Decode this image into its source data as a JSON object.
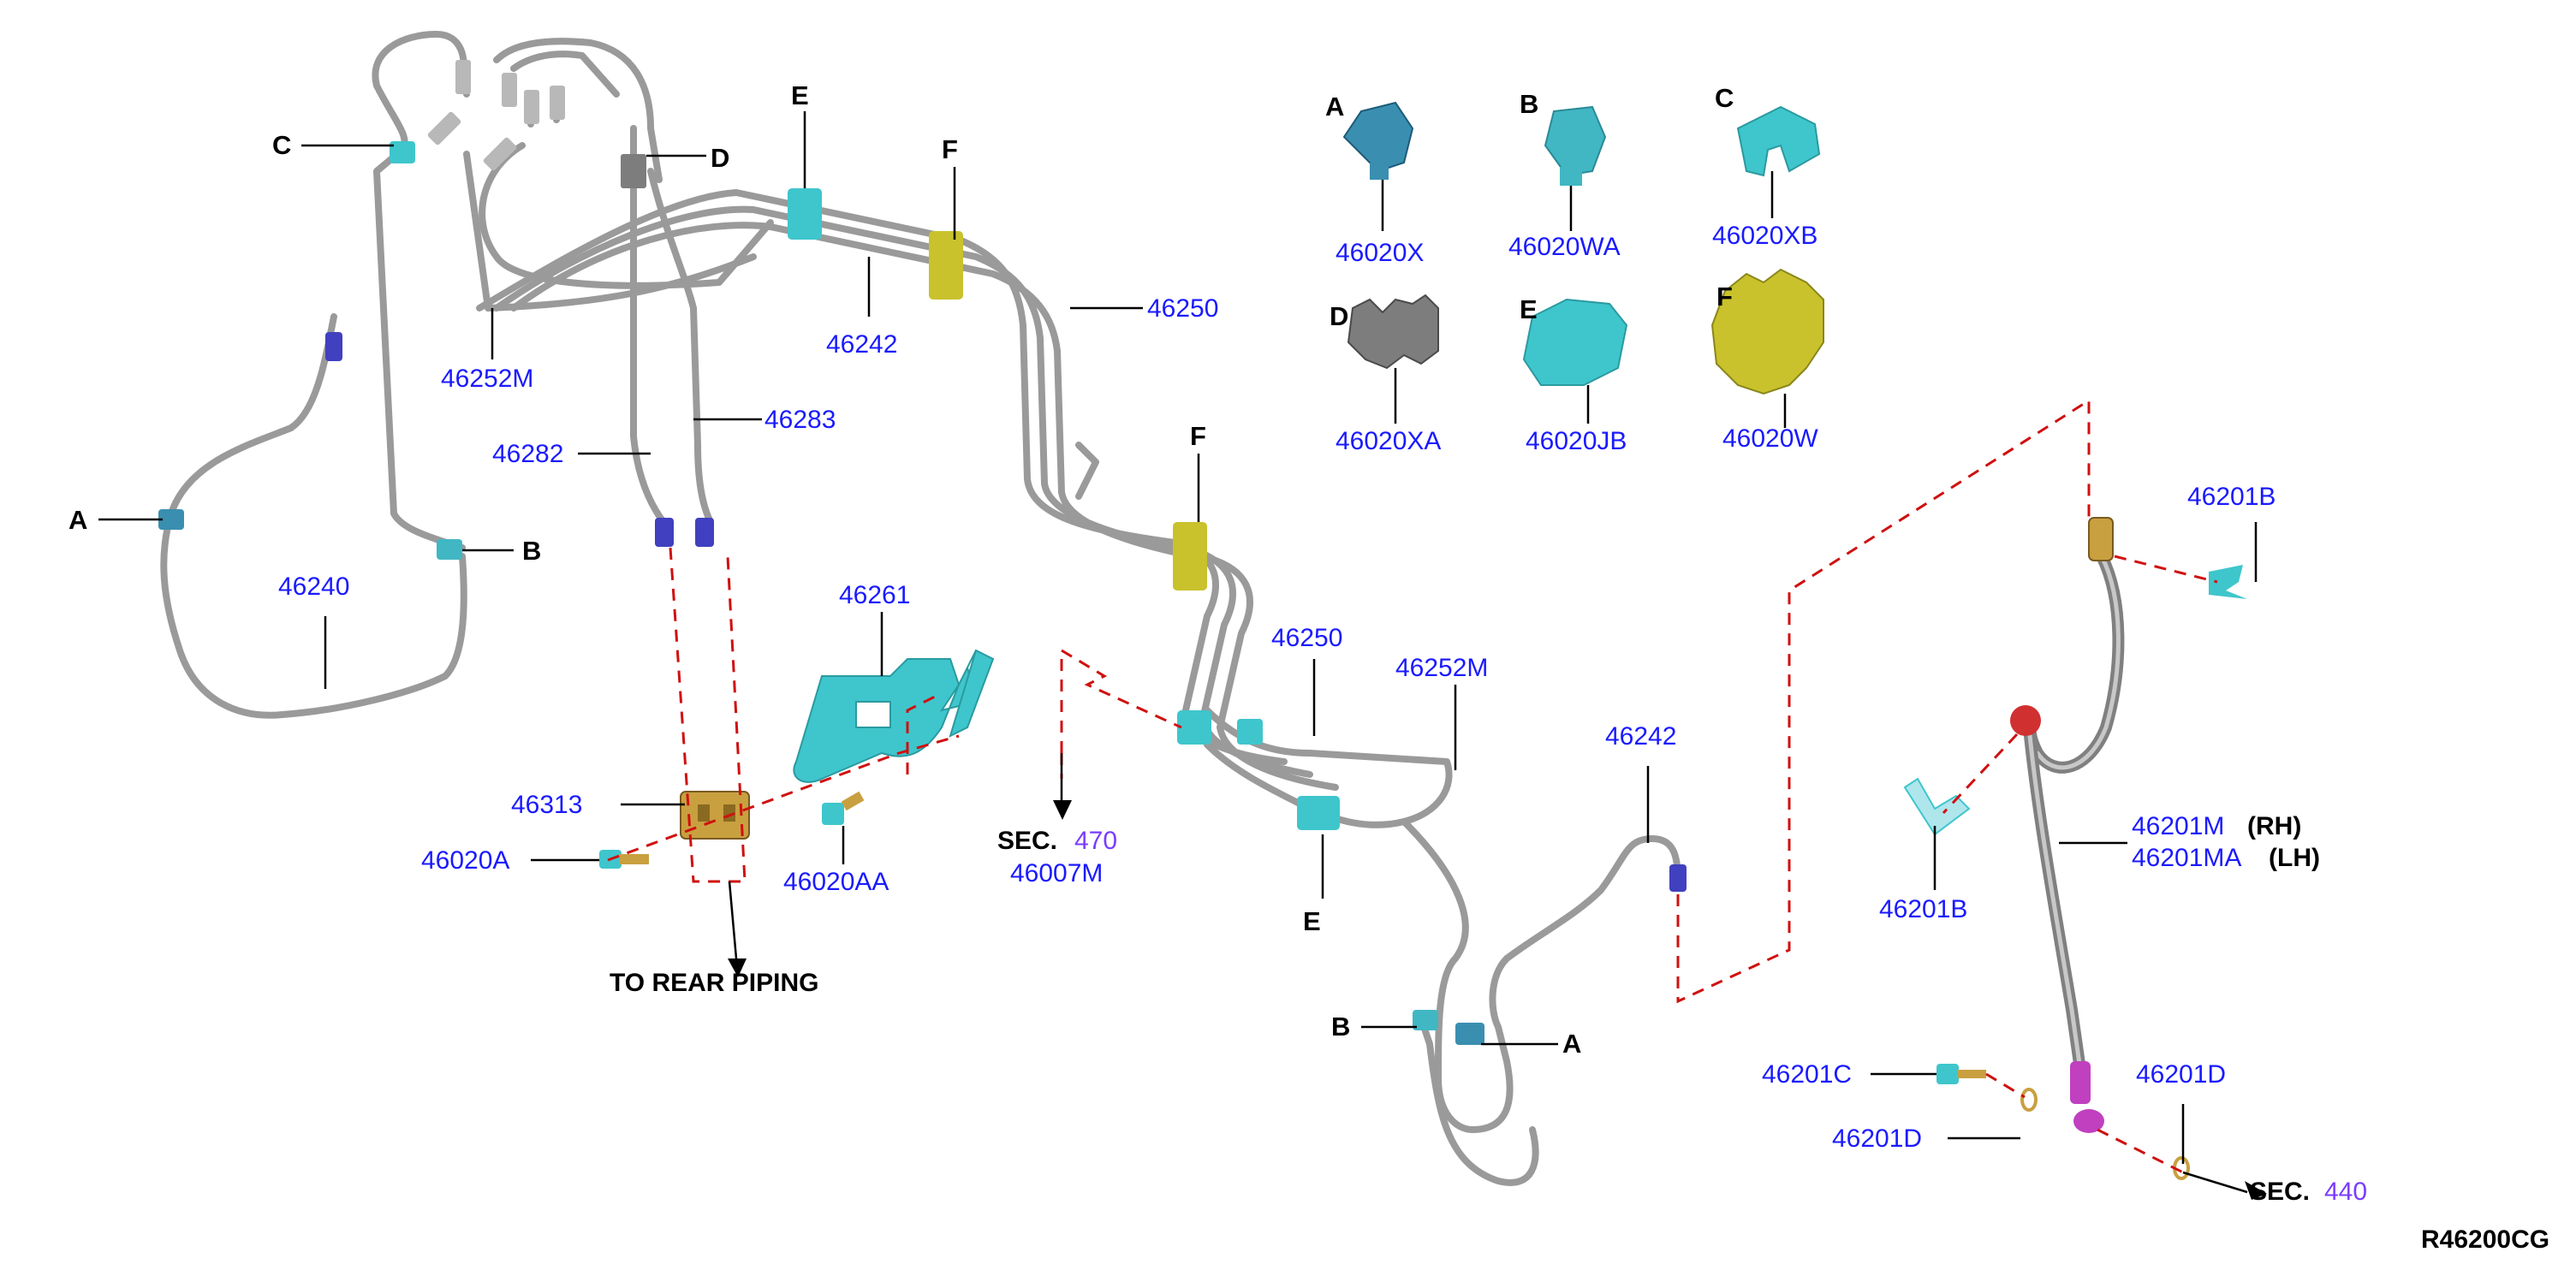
{
  "legend": {
    "A": {
      "letter": "A",
      "part": "46020X",
      "color": "#3a8fb0"
    },
    "B": {
      "letter": "B",
      "part": "46020WA",
      "color": "#41b7c4"
    },
    "C": {
      "letter": "C",
      "part": "46020XB",
      "color": "#3ec6cc"
    },
    "D": {
      "letter": "D",
      "part": "46020XA",
      "color": "#7d7d7d"
    },
    "E": {
      "letter": "E",
      "part": "46020JB",
      "color": "#3ec6cc"
    },
    "F": {
      "letter": "F",
      "part": "46020W",
      "color": "#c9c22c"
    }
  },
  "labels": {
    "p46252M_a": "46252M",
    "p46242_a": "46242",
    "p46250_a": "46250",
    "p46282": "46282",
    "p46283": "46283",
    "p46240": "46240",
    "p46261": "46261",
    "p46313": "46313",
    "p46020A": "46020A",
    "p46020AA": "46020AA",
    "p46250_b": "46250",
    "p46252M_b": "46252M",
    "p46242_b": "46242",
    "p46201B_a": "46201B",
    "p46201B_b": "46201B",
    "p46201M": "46201M",
    "p46201MA": "46201MA",
    "p46201C": "46201C",
    "p46201D_a": "46201D",
    "p46201D_b": "46201D",
    "p46007M": "46007M"
  },
  "brackets": {
    "rh": "(RH)",
    "lh": "(LH)"
  },
  "letters": {
    "A1": "A",
    "B1": "B",
    "C1": "C",
    "D1": "D",
    "E1": "E",
    "F1": "F",
    "F2": "F",
    "E2": "E",
    "B2": "B",
    "A2": "A"
  },
  "refs": {
    "sec470_prefix": "SEC.",
    "sec470_num": "470",
    "sec440_prefix": "SEC.",
    "sec440_num": "440",
    "rear_piping": "TO REAR PIPING"
  },
  "diagram_code": "R46200CG",
  "colors": {
    "part_number": "#1a1aff",
    "section_number": "#7a3cff",
    "dashed_line": "#d01010",
    "pipe": "#9a9a9a",
    "junction": "#c9a040",
    "fitting": "#4040c0",
    "magenta_fitting": "#c040c0"
  }
}
